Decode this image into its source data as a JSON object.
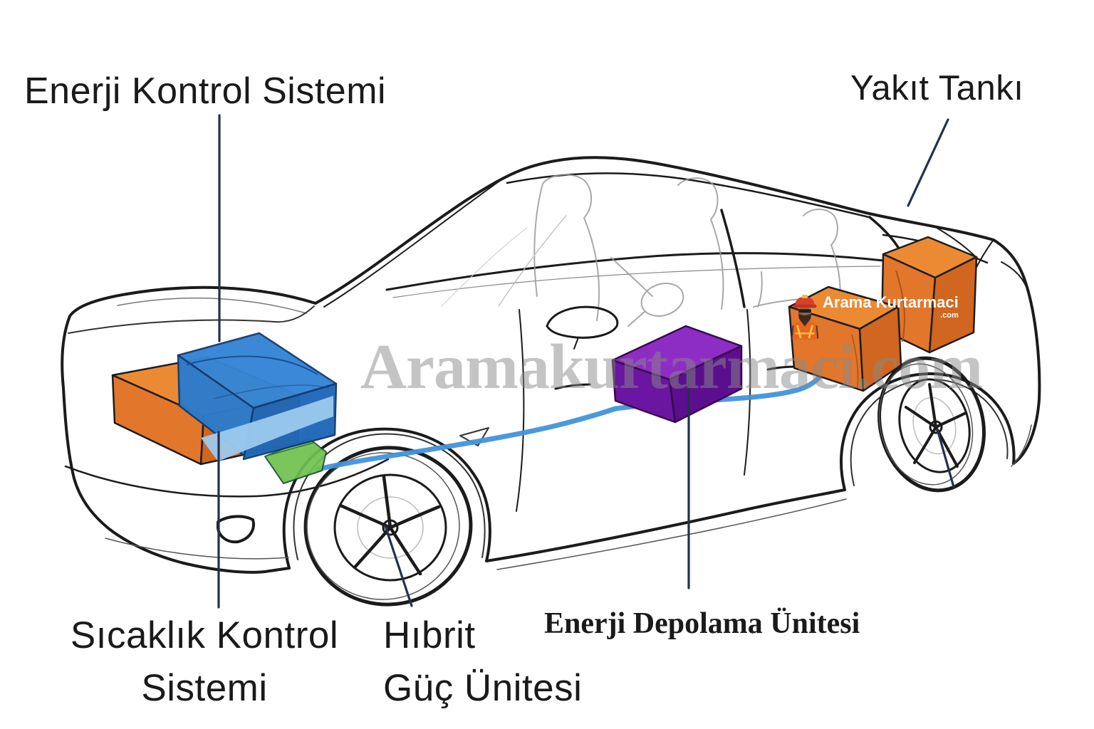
{
  "labels": {
    "energy_control_system": "Enerji Kontrol Sistemi",
    "fuel_tank": "Yakıt Tankı",
    "temperature_control_line1": "Sıcaklık Kontrol",
    "temperature_control_line2": "Sistemi",
    "hybrid_power_line1": "Hıbrit",
    "hybrid_power_line2": "Güç Ünitesi",
    "energy_storage_unit": "Enerji Depolama Ünitesi"
  },
  "watermark": {
    "text": "Aramakurtarmaci.com"
  },
  "logo": {
    "line1": "Arama",
    "line2": "Kurtarmaci",
    "suffix": ".com"
  },
  "colors": {
    "label_text": "#1a1a1a",
    "sketch_line": "#1b1b1b",
    "leader_line": "#25304a",
    "cable_blue": "#4193da",
    "box_orange_top": "#ec8a33",
    "box_orange": "#e2762b",
    "box_orange_dark": "#d0661f",
    "box_blue_top": "#3585d6",
    "box_blue": "#2b7bcc",
    "box_blue_dark": "#2068b8",
    "box_light_blue": "#9ccaee",
    "box_green": "#6fc24f",
    "box_purple_top": "#8e2dc4",
    "box_purple": "#6a16a0",
    "box_purple_dark": "#5b0f8e",
    "watermark_gray": "#8a8a8a",
    "logo_text": "#ffffff"
  }
}
